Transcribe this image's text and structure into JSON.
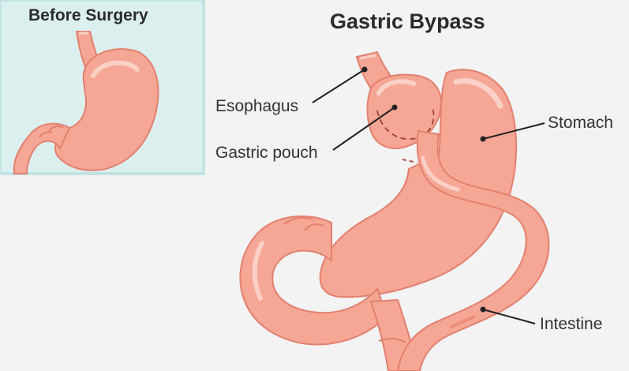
{
  "before_panel": {
    "title": "Before Surgery"
  },
  "main": {
    "title": "Gastric Bypass",
    "labels": {
      "esophagus": "Esophagus",
      "gastric_pouch": "Gastric pouch",
      "stomach": "Stomach",
      "intestine": "Intestine"
    }
  },
  "colors": {
    "background": "#f3f3f3",
    "inset_background": "#dcefef",
    "inset_border": "#c2e3e3",
    "organ_fill": "#f6a695",
    "organ_outline": "#e3806f",
    "organ_shade": "#ee8c7a",
    "highlight": "#fbd0c6",
    "dashed_line": "#a4483a",
    "leader_line": "#222222"
  }
}
